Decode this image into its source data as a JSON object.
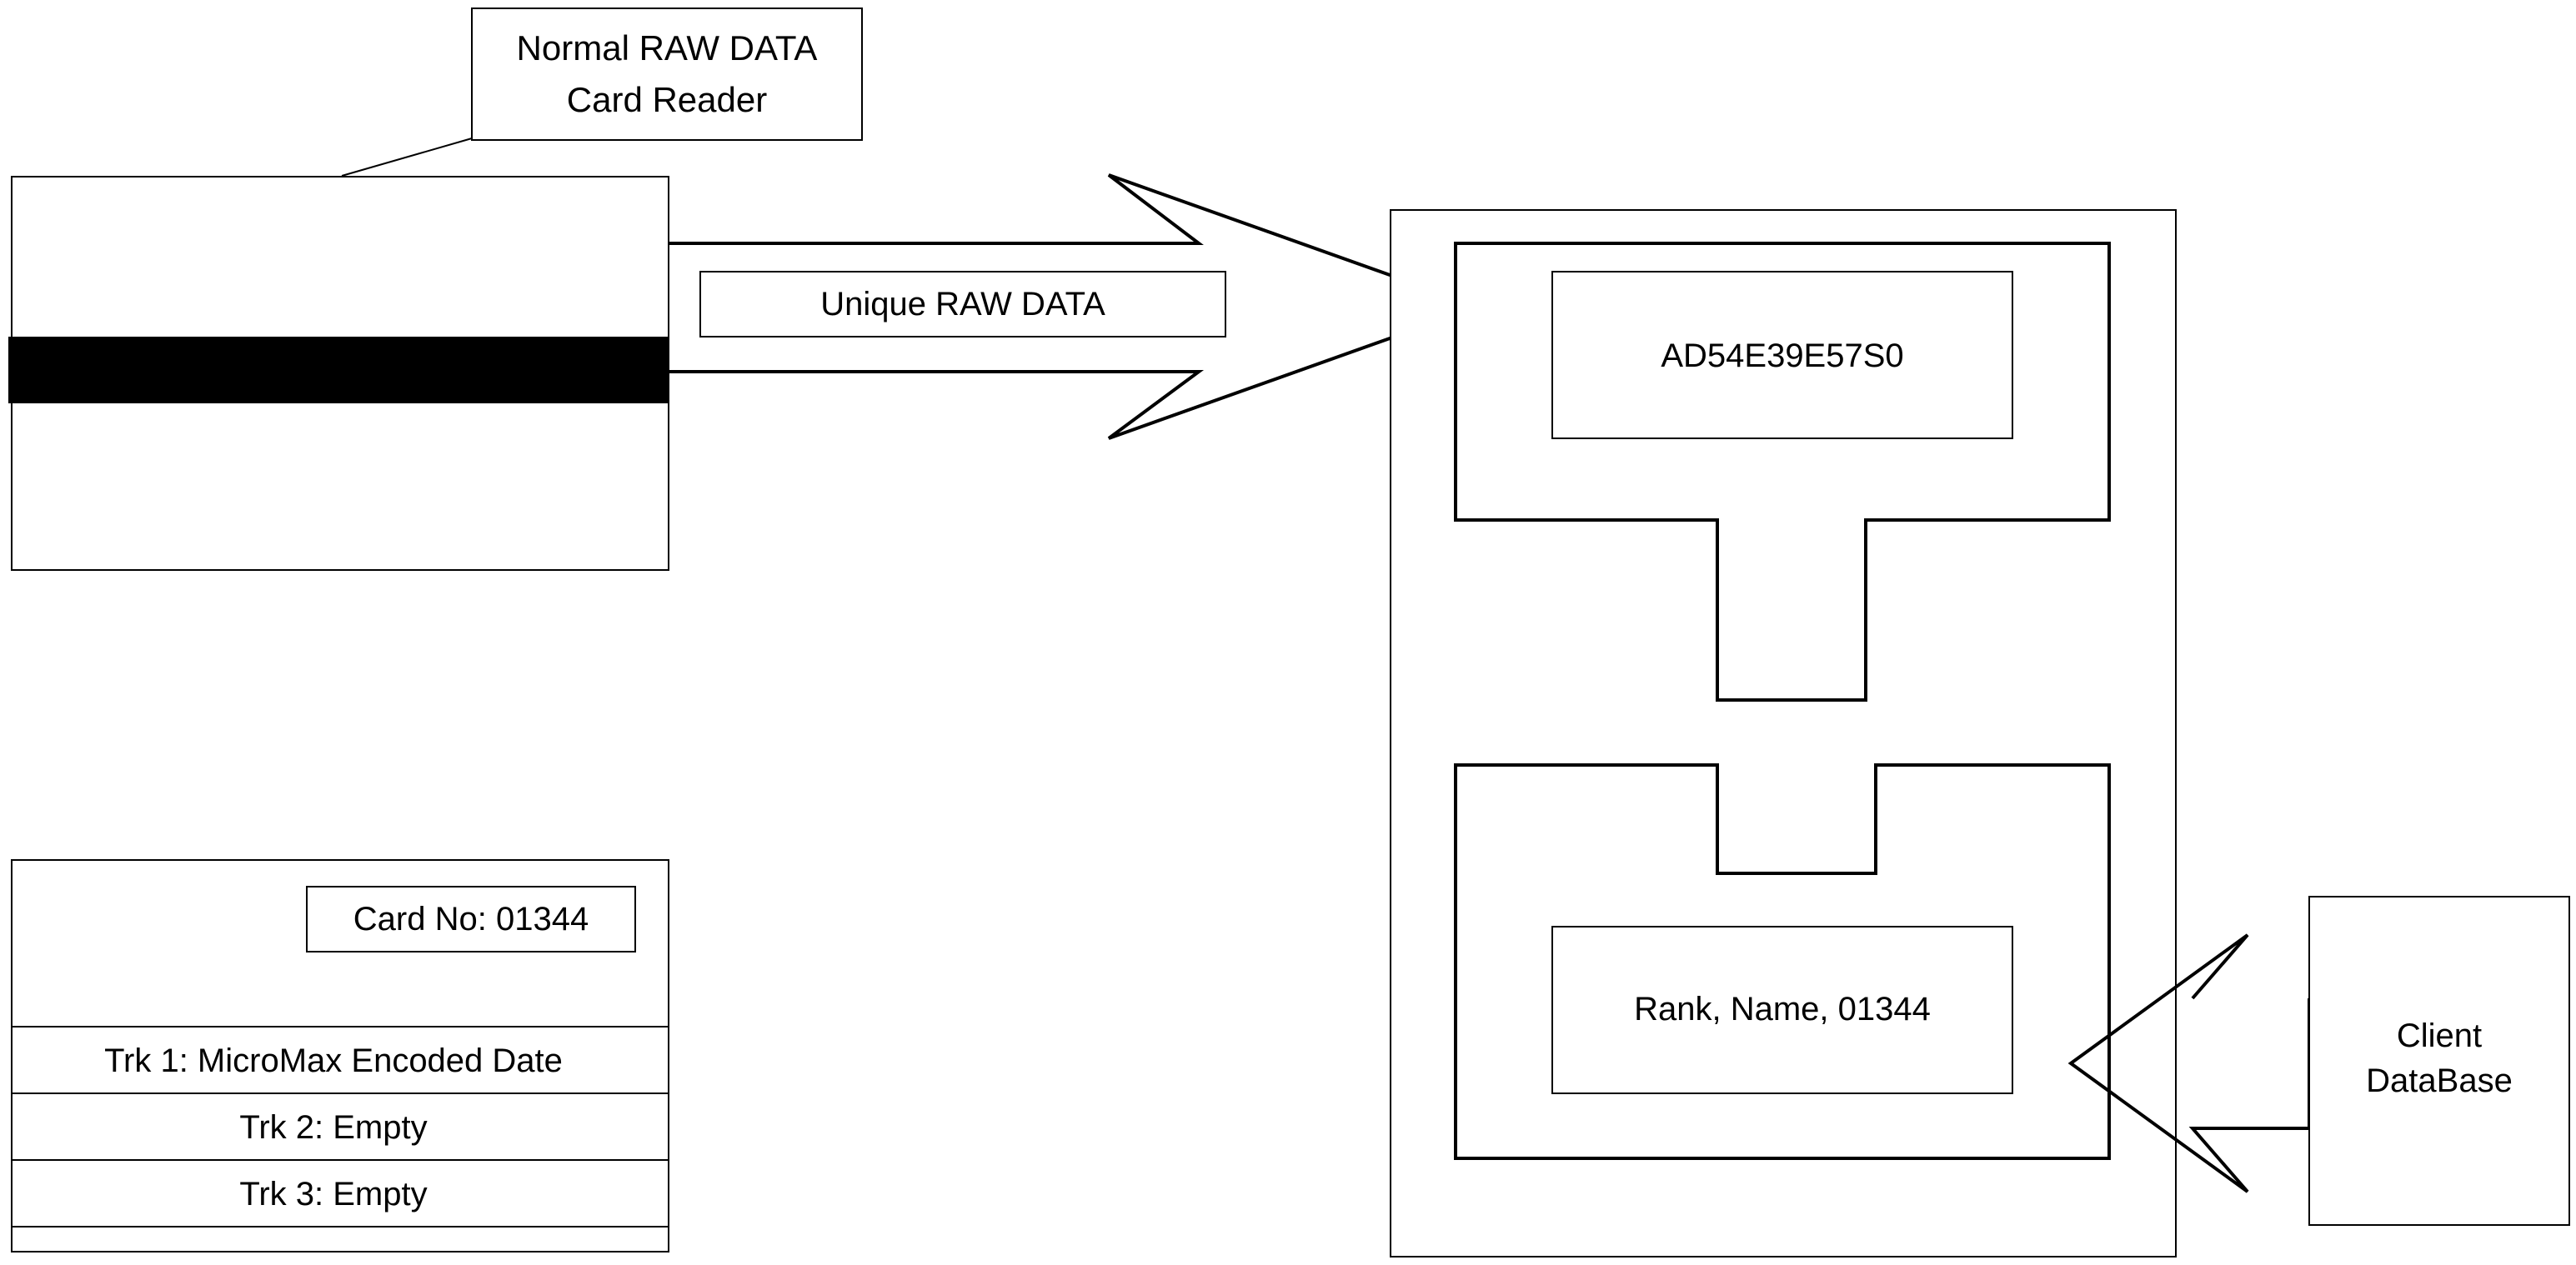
{
  "reader_label": [
    "Normal RAW DATA",
    "Card Reader"
  ],
  "arrow_label": "Unique RAW DATA",
  "raw_code": "AD54E39E57S0",
  "record": "Rank, Name, 01344",
  "database": [
    "Client",
    "DataBase"
  ],
  "card": {
    "number_label": "Card No: 01344",
    "tracks": [
      "Trk 1: MicroMax Encoded Date",
      "Trk 2: Empty",
      "Trk 3: Empty"
    ]
  }
}
